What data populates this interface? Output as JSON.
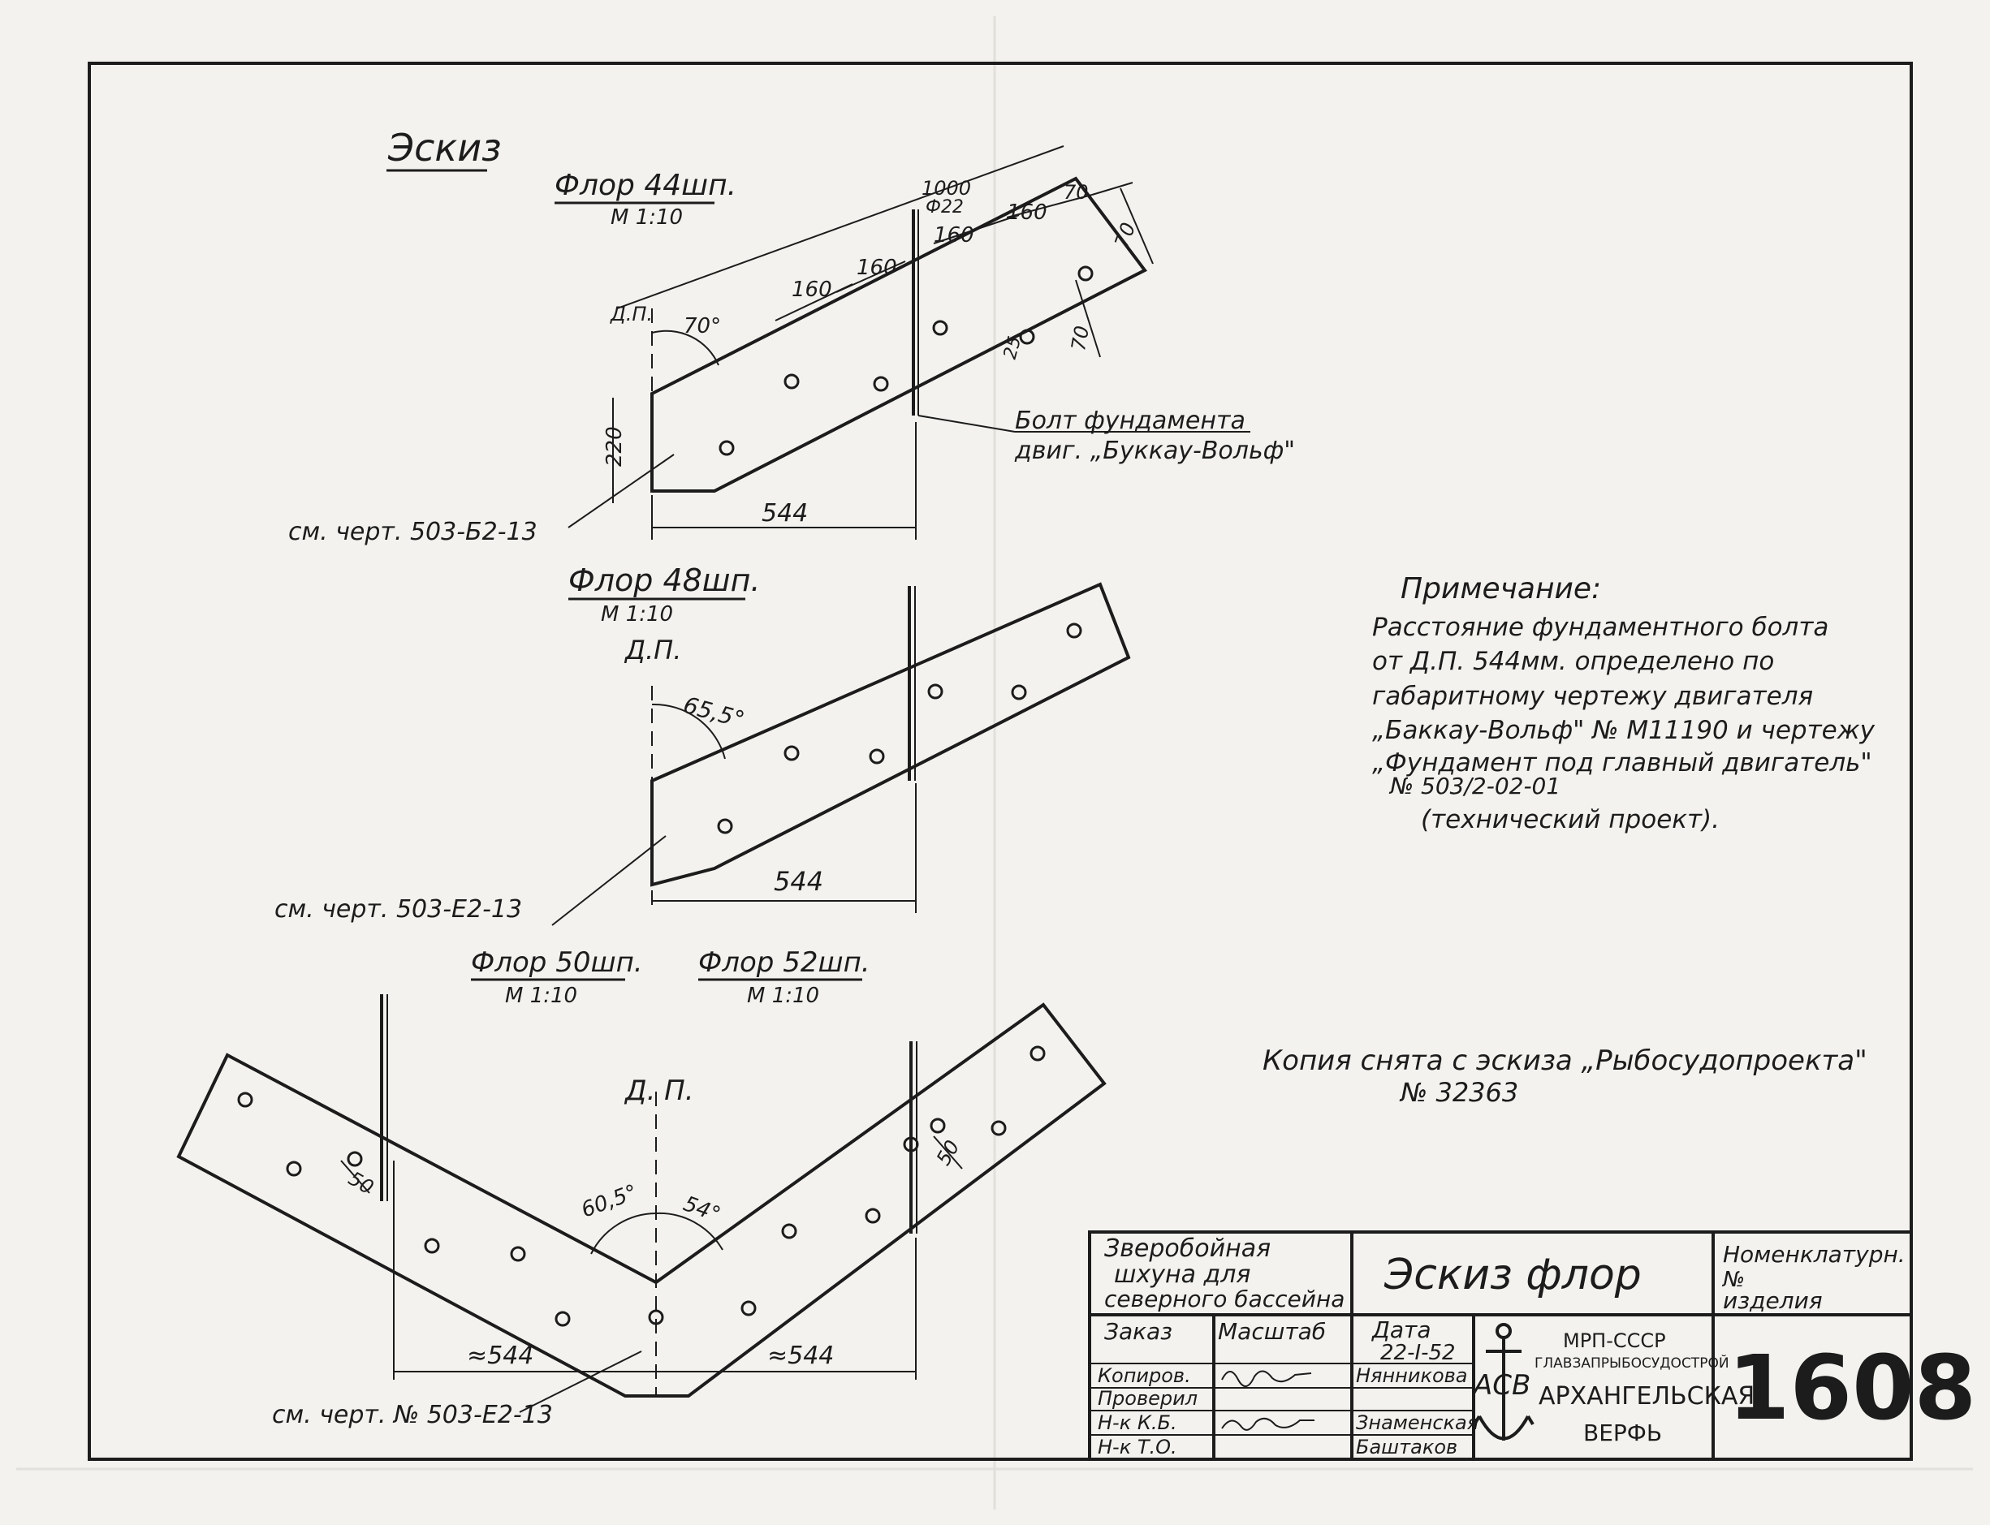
{
  "header": {
    "title": "Эскиз"
  },
  "floors": [
    {
      "label": "Флор 44шп.",
      "scale": "М 1:10"
    },
    {
      "label": "Флор 48шп.",
      "scale": "М 1:10"
    },
    {
      "label": "Флор 50шп.",
      "scale": "М 1:10"
    },
    {
      "label": "Флор 52шп.",
      "scale": "М 1:10"
    }
  ],
  "sketch1": {
    "dp": "Д.П.",
    "angle": "70°",
    "dims": {
      "d1000": "1000",
      "phi22": "Ф22",
      "d160a": "160",
      "d160b": "160",
      "d160c": "160",
      "d160d": "160",
      "d70a": "70",
      "d70b": "70",
      "d70c": "70",
      "d25": "25",
      "d220": "220",
      "d544": "544"
    },
    "bolt_line1": "Болт фундамента",
    "bolt_line2": "двиг. „Буккау-Вольф\"",
    "ref": "см. черт. 503-Б2-13"
  },
  "sketch2": {
    "dp": "Д.П.",
    "angle": "65,5°",
    "d544": "544",
    "ref": "см. черт. 503-Е2-13"
  },
  "sketch3": {
    "dp": "Д. П.",
    "angle_left": "60,5°",
    "angle_right": "54°",
    "d50a": "50",
    "d50b": "50",
    "d544a": "≈544",
    "d544b": "≈544",
    "ref": "см. черт. № 503-Е2-13"
  },
  "note": {
    "title": "Примечание:",
    "lines": [
      "Расстояние фундаментного болта",
      "от Д.П. 544мм. определено по",
      "габаритному чертежу двигателя",
      "„Баккау-Вольф\" № М11190 и чертежу",
      "„Фундамент под главный двигатель\"",
      "№ 503/2-02-01",
      "(технический проект)."
    ]
  },
  "copy_note": {
    "line1": "Копия снята с эскиза „Рыбосудопроекта\"",
    "line2": "№ 32363"
  },
  "title_block": {
    "project_line1": "Зверобойная",
    "project_line2": "шхуна для",
    "project_line3": "северного бассейна",
    "doc_title": "Эскиз флор",
    "nomen_line1": "Номенклатурн.",
    "nomen_line2": "№",
    "nomen_line3": "изделия",
    "order_label": "Заказ",
    "scale_label": "Масштаб",
    "date_label": "Дата",
    "date_value": "22-I-52",
    "org_line1": "МРП-СССР",
    "org_line2": "ГЛАВЗАПРЫБОСУДОСТРОЙ",
    "org_line3": "АРХАНГЕЛЬСКАЯ",
    "org_line4": "ВЕРФЬ",
    "logo": "АСВ",
    "number": "1608",
    "roles": [
      "Копиров.",
      "Проверил",
      "Н-к К.Б.",
      "Н-к Т.О."
    ],
    "names": [
      "Нянникова",
      "",
      "Знаменская",
      "Баштаков"
    ]
  },
  "icons": {
    "anchor": "anchor-icon"
  }
}
